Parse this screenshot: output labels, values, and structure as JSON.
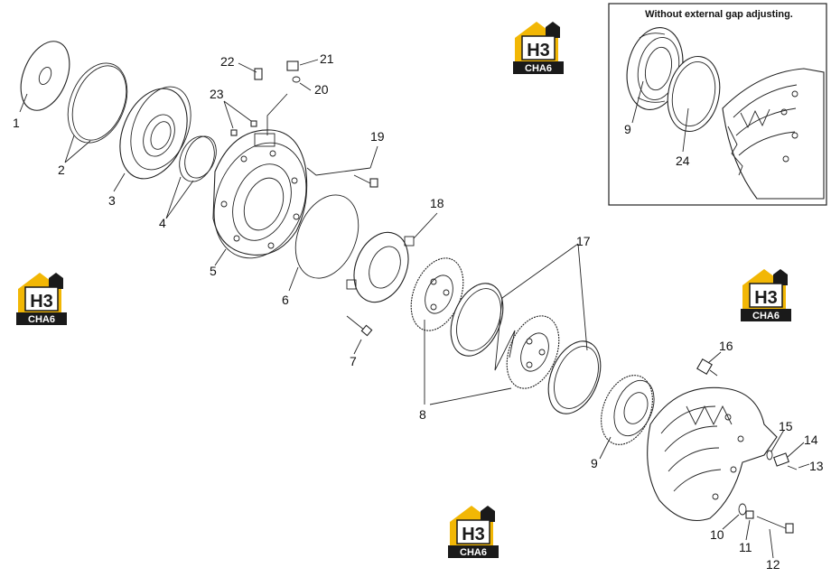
{
  "inset": {
    "title": "Without external  gap adjusting."
  },
  "logo": {
    "mark": "H3",
    "text": "CHA6",
    "colors": {
      "accent": "#f2b705",
      "dark": "#1a1a1a",
      "light": "#ffffff"
    }
  },
  "callouts": {
    "c1": "1",
    "c2": "2",
    "c3": "3",
    "c4": "4",
    "c5": "5",
    "c6": "6",
    "c7": "7",
    "c8": "8",
    "c9": "9",
    "c10": "10",
    "c11": "11",
    "c12": "12",
    "c13": "13",
    "c14": "14",
    "c15": "15",
    "c16": "16",
    "c17": "17",
    "c18": "18",
    "c19": "19",
    "c20": "20",
    "c21": "21",
    "c22": "22",
    "c23": "23",
    "c9b": "9",
    "c24": "24"
  }
}
